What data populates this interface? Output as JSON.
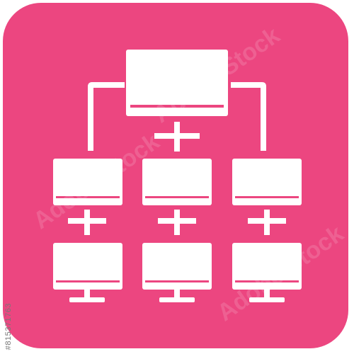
{
  "icon": {
    "name": "network-hierarchy-icon",
    "background_color": "#ec4680",
    "glyph_color": "#ffffff",
    "monitor_count": 7
  },
  "watermark": {
    "text": "Adobe Stock"
  },
  "stock_id": "#815371763"
}
